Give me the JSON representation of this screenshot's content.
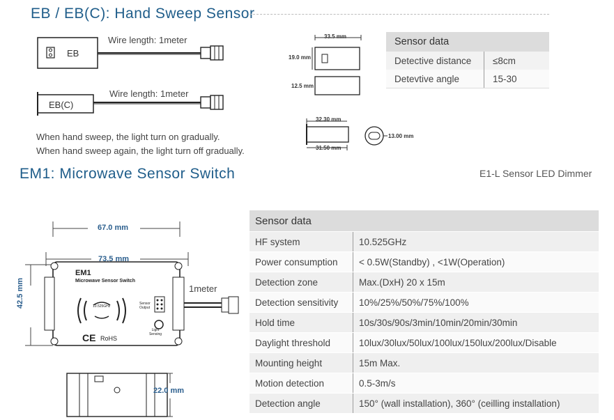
{
  "eb": {
    "title": "EB / EB(C): Hand Sweep Sensor",
    "wire_label_1": "Wire length: 1meter",
    "wire_label_2": "Wire length: 1meter",
    "label_eb": "EB",
    "label_ebc": "EB(C)",
    "desc_line_1": "When hand sweep, the light turn on gradually.",
    "desc_line_2": "When hand sweep again, the light turn off gradually.",
    "dims": {
      "w1": "33.5 mm",
      "h1": "19.0 mm",
      "h2": "12.5 mm",
      "w2": "32.30 mm",
      "w3": "31.50 mm",
      "d1": "13.00 mm"
    },
    "sensor_data": {
      "header": "Sensor data",
      "rows": [
        {
          "key": "Detective distance",
          "value": "≤8cm"
        },
        {
          "key": "Detevtive angle",
          "value": "15-30"
        }
      ]
    }
  },
  "em1": {
    "title": "EM1: Microwave Sensor Switch",
    "right_note": "E1-L    Sensor LED Dimmer",
    "device_name": "EM1",
    "device_sub": "Microwave Sensor Switch",
    "device_freq": "10.525GHz",
    "device_sensor_output": "Sensor Output",
    "device_light_sensing": "Light Sensing",
    "device_rohs": "RoHS",
    "device_ce": "CE",
    "wire_label": "1meter",
    "dims": {
      "w_inner": "67.0 mm",
      "w_outer": "73.5 mm",
      "h": "42.5 mm",
      "depth": "22.0 mm"
    },
    "sensor_data": {
      "header": "Sensor data",
      "rows": [
        {
          "key": "HF system",
          "value": "10.525GHz"
        },
        {
          "key": "Power consumption",
          "value": "< 0.5W(Standby) ,  <1W(Operation)"
        },
        {
          "key": "Detection zone",
          "value": "Max.(DxH)  20 x 15m"
        },
        {
          "key": "Detection sensitivity",
          "value": "10%/25%/50%/75%/100%"
        },
        {
          "key": "Hold time",
          "value": "10s/30s/90s/3min/10min/20min/30min"
        },
        {
          "key": "Daylight threshold",
          "value": "10lux/30lux/50lux/100lux/150lux/200lux/Disable"
        },
        {
          "key": "Mounting height",
          "value": "15m Max."
        },
        {
          "key": "Motion detection",
          "value": "0.5-3m/s"
        },
        {
          "key": "Detection angle",
          "value": "150°  (wall installation),  360°  (ceilling installation)"
        }
      ]
    }
  }
}
